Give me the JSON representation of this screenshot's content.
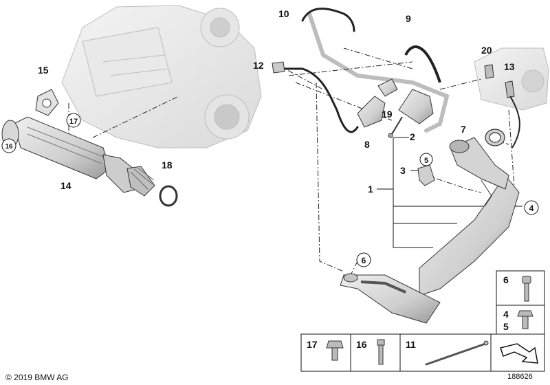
{
  "callouts": {
    "c1": "1",
    "c2": "2",
    "c3": "3",
    "c4": "4",
    "c5": "5",
    "c6": "6",
    "c7": "7",
    "c8": "8",
    "c9": "9",
    "c10": "10",
    "c11": "11",
    "c12": "12",
    "c13": "13",
    "c14": "14",
    "c15": "15",
    "c16": "16",
    "c17": "17",
    "c18": "18",
    "c19": "19",
    "c20": "20"
  },
  "legend": {
    "box6": "6",
    "box4": "4",
    "box5": "5",
    "box17": "17",
    "box16": "16",
    "box11": "11"
  },
  "footer": {
    "copyright": "© 2019 BMW AG",
    "doc_number": "188626"
  },
  "colors": {
    "part_fill": "#d9d9d9",
    "part_fill_dark": "#a9a9a9",
    "engine_fill": "#ececec",
    "line": "#111111"
  }
}
